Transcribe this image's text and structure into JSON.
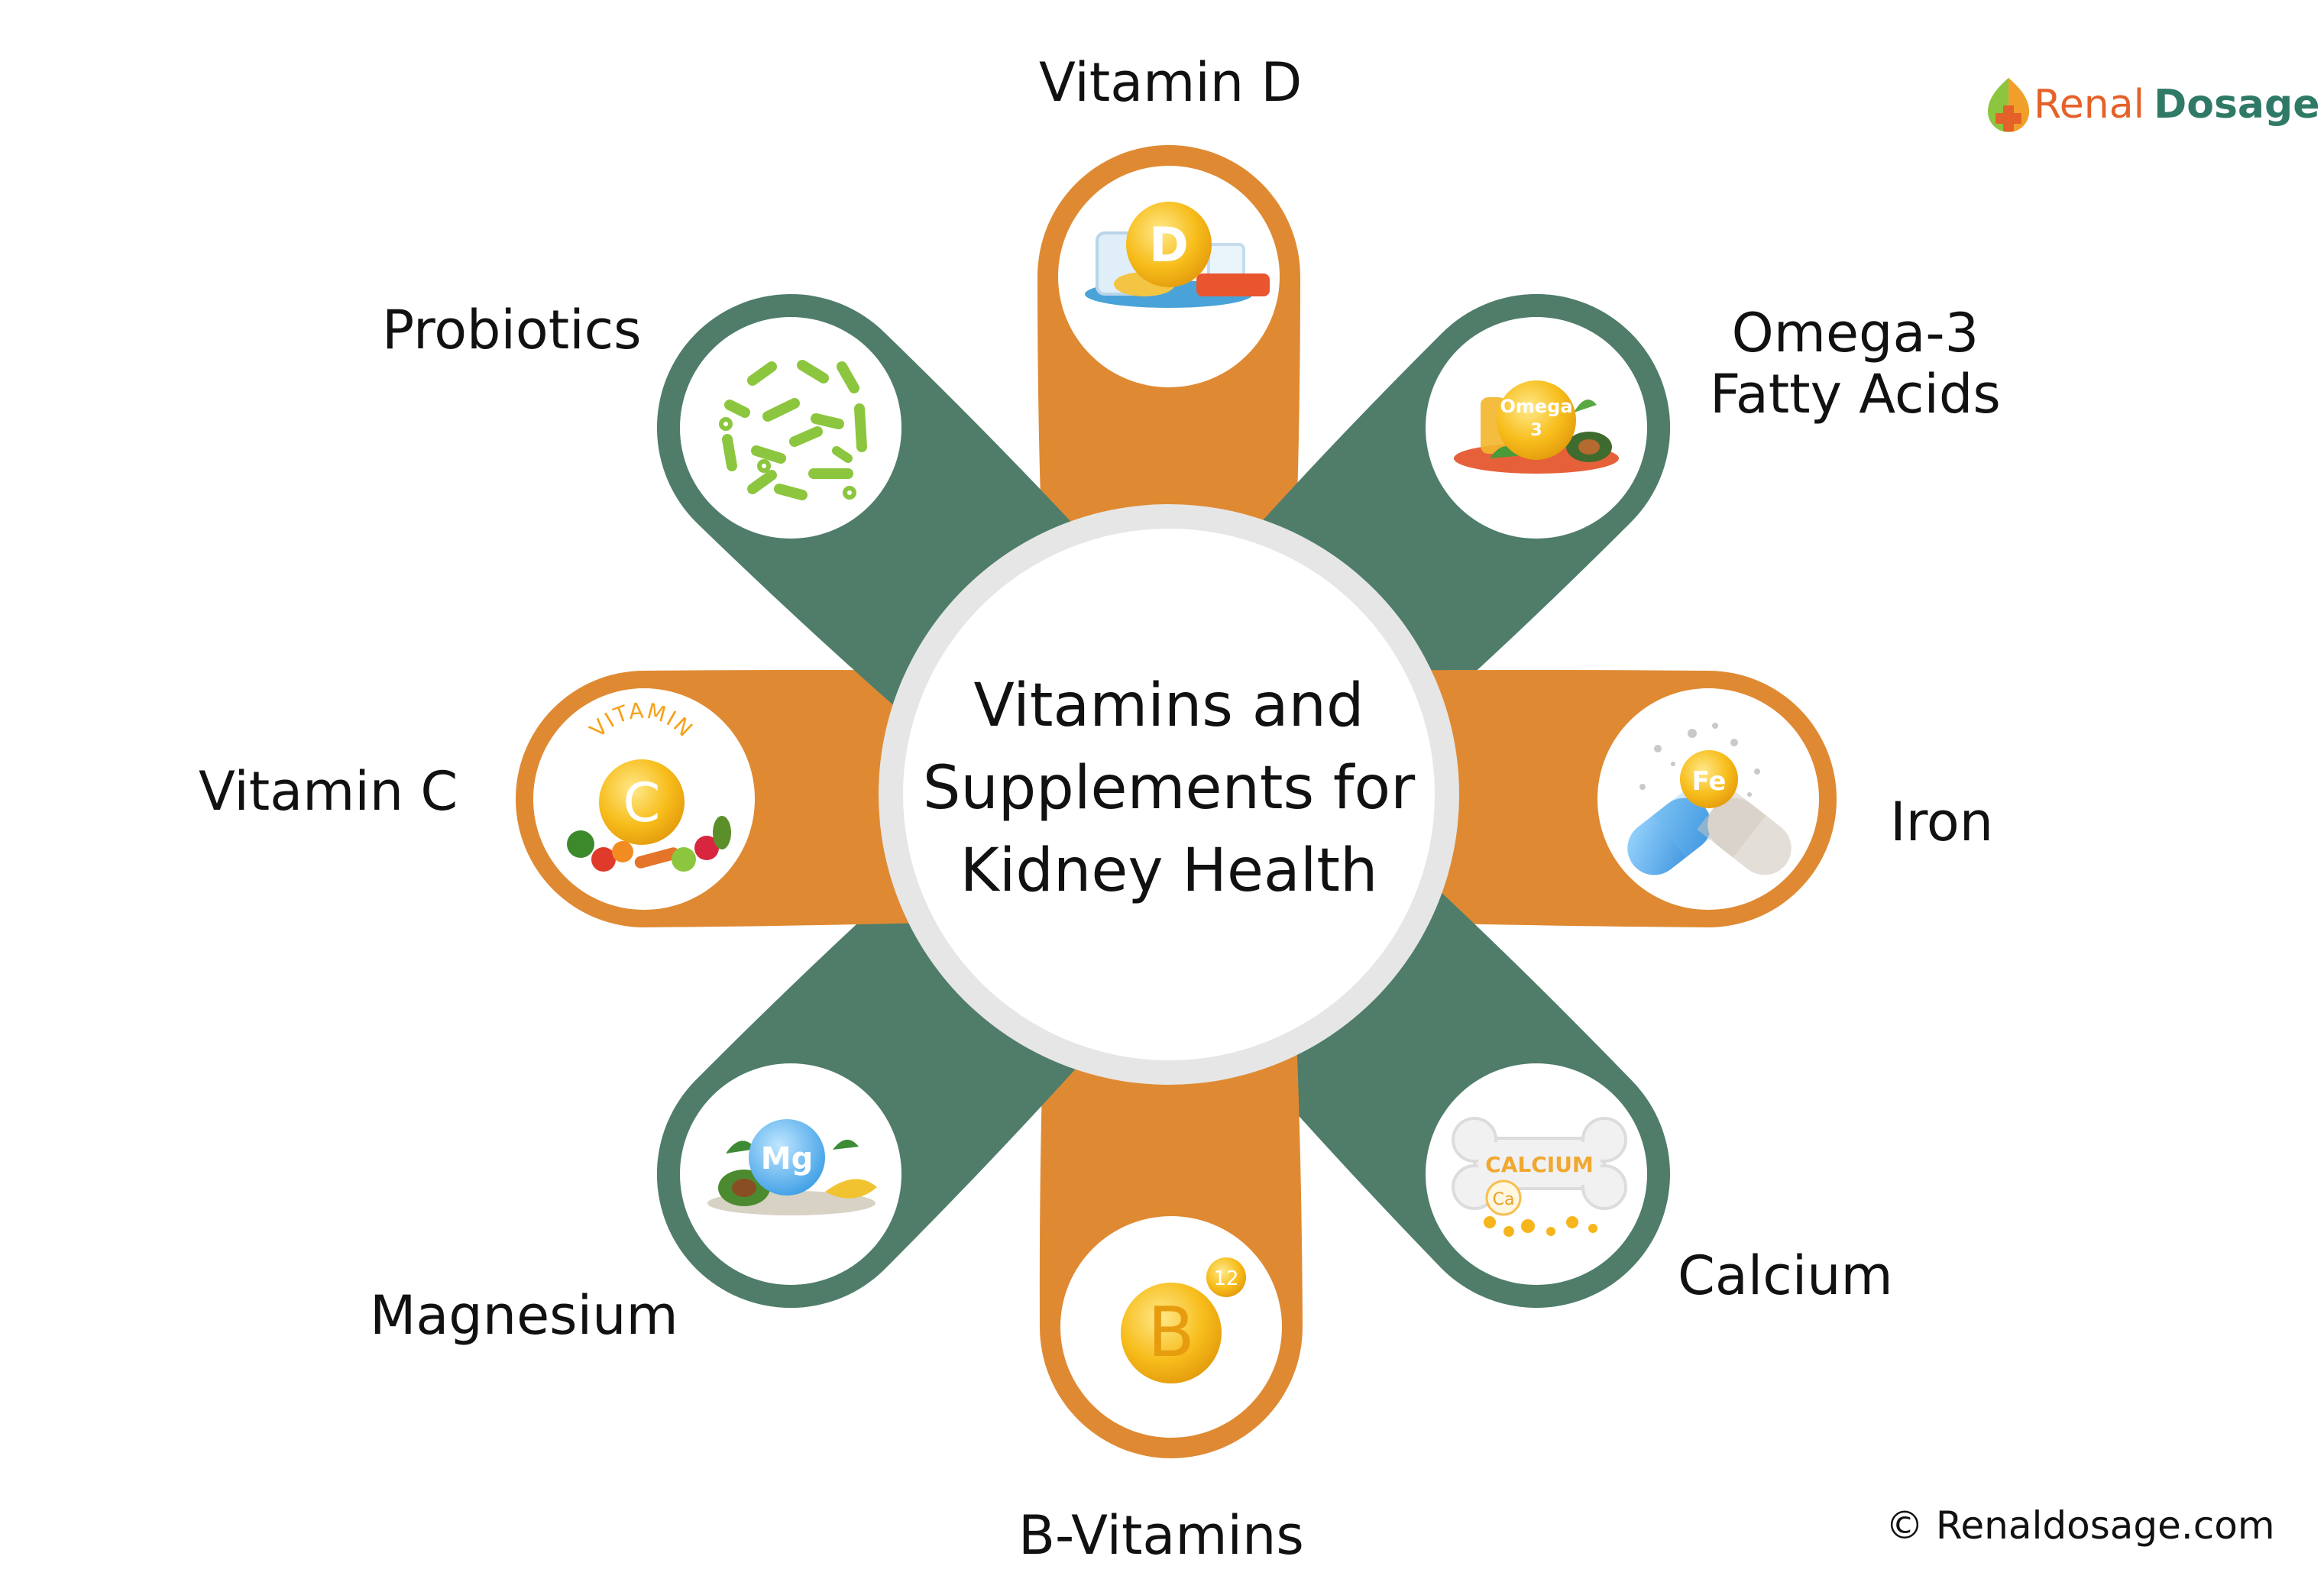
{
  "diagram": {
    "title_lines": [
      "Vitamins and",
      "Supplements for",
      "Kidney Health"
    ],
    "nodes": [
      {
        "id": "vitamin-d",
        "label": "Vitamin D",
        "color": "orange",
        "icon": "vitamin-d-food-icon",
        "badge": "D"
      },
      {
        "id": "omega-3",
        "label_lines": [
          "Omega-3",
          "Fatty Acids"
        ],
        "color": "green",
        "icon": "omega-3-food-icon",
        "badge": "Omega 3"
      },
      {
        "id": "iron",
        "label": "Iron",
        "color": "orange",
        "icon": "iron-capsule-icon",
        "badge": "Fe"
      },
      {
        "id": "calcium",
        "label": "Calcium",
        "color": "green",
        "icon": "calcium-bone-icon",
        "badge": "CALCIUM",
        "badge2": "Ca"
      },
      {
        "id": "b-vitamins",
        "label": "B-Vitamins",
        "color": "orange",
        "icon": "vitamin-b12-icon",
        "badge": "B",
        "badge2": "12"
      },
      {
        "id": "magnesium",
        "label": "Magnesium",
        "color": "green",
        "icon": "magnesium-food-icon",
        "badge": "Mg"
      },
      {
        "id": "vitamin-c",
        "label": "Vitamin C",
        "color": "orange",
        "icon": "vitamin-c-food-icon",
        "badge": "C",
        "badge2": "VITAMIN"
      },
      {
        "id": "probiotics",
        "label": "Probiotics",
        "color": "green",
        "icon": "probiotics-bacteria-icon"
      }
    ]
  },
  "colors": {
    "orange": "#df8a33",
    "green": "#4f7d6a",
    "ring": "#e6e6e6",
    "text": "#111111"
  },
  "branding": {
    "logo_part1": "Renal",
    "logo_part2": "Dosage",
    "copyright": "© Renaldosage.com"
  }
}
